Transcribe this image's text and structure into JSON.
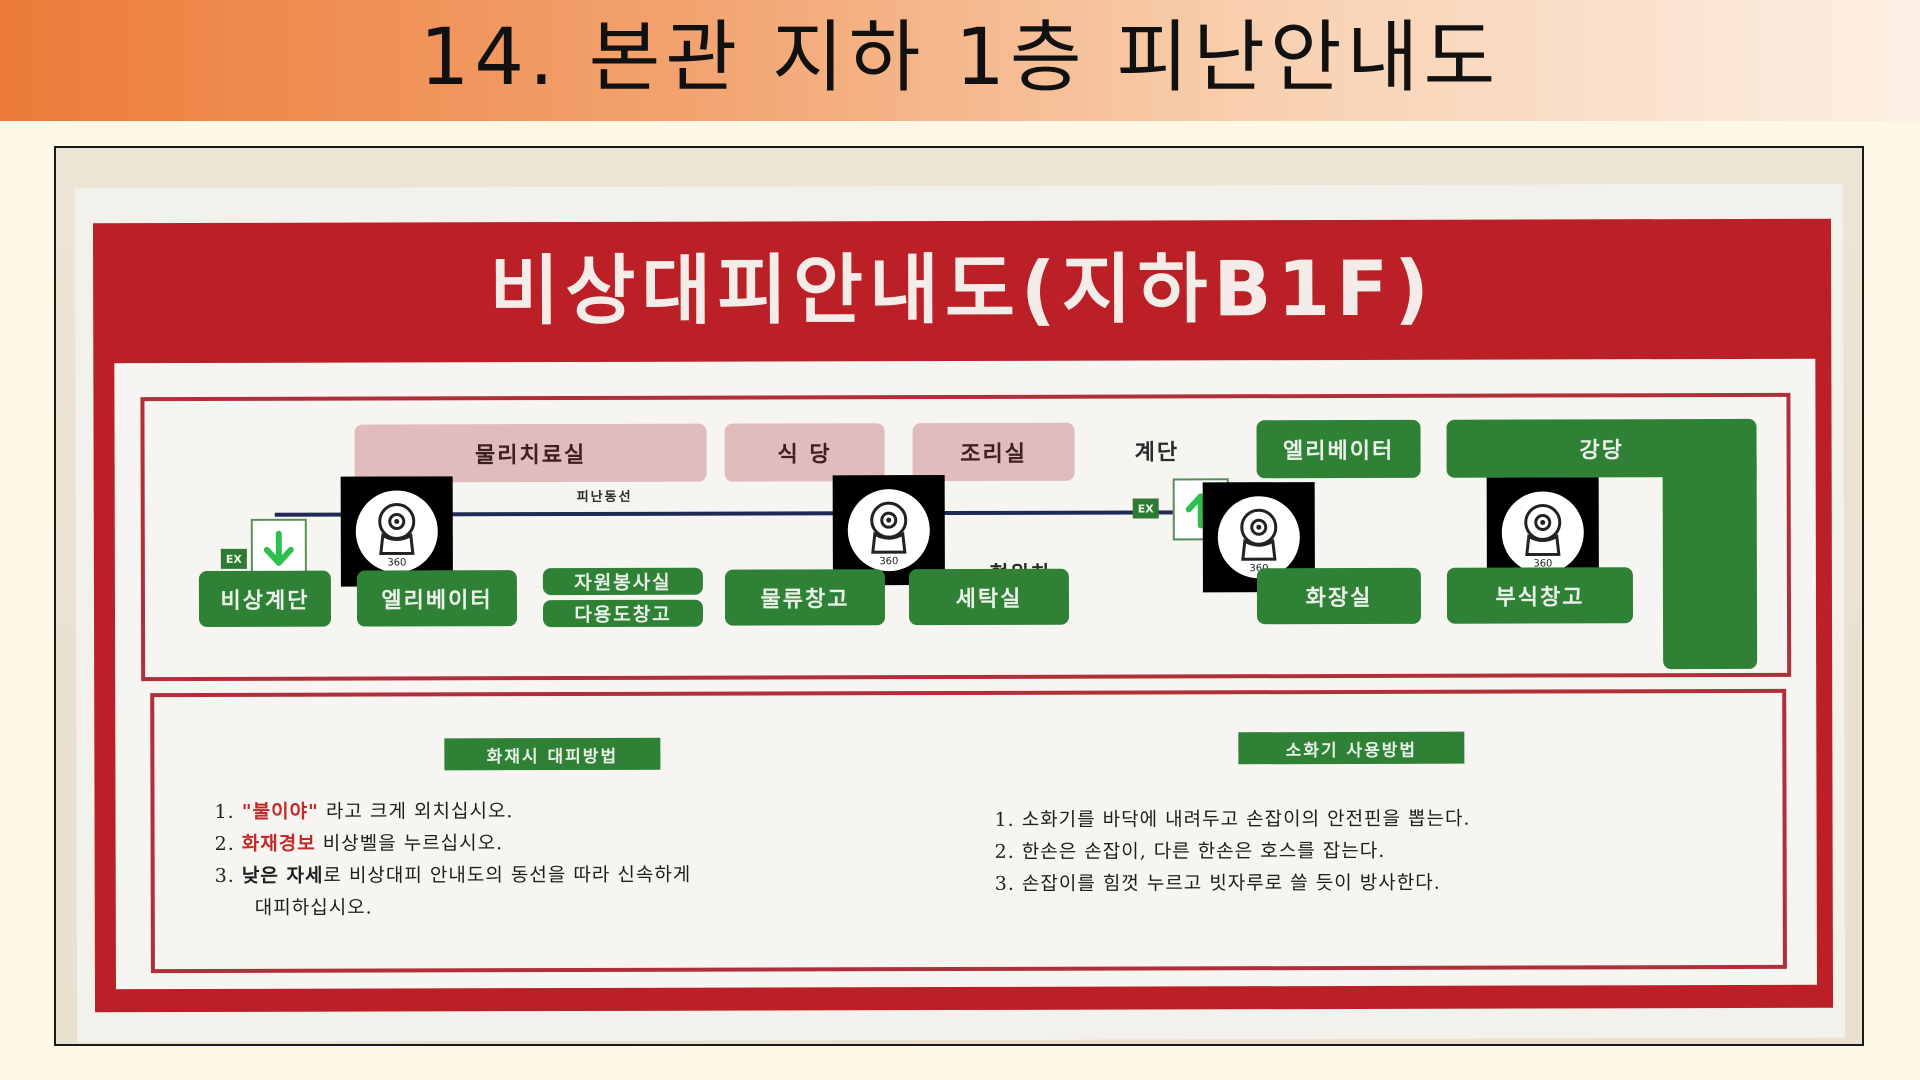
{
  "page": {
    "title": "14. 본관 지하 1층 피난안내도"
  },
  "poster": {
    "title": "비상대피안내도(지하B1F)",
    "map": {
      "top_rooms": [
        "물리치료실",
        "식 당",
        "조리실",
        "엘리베이터",
        "강당"
      ],
      "top_label_stairs": "계단",
      "route_label": "피난동선",
      "current_location": "현위치",
      "bottom_rooms": [
        "비상계단",
        "엘리베이터",
        "자원봉사실",
        "다용도창고",
        "물류창고",
        "세탁실",
        "화장실",
        "부식창고"
      ],
      "camera_icon": "camera-360-icon",
      "arrows": [
        "arrow-down-icon",
        "arrow-up-icon"
      ],
      "exit_sign_icon": "exit-sign-icon"
    },
    "fire_rules": {
      "heading": "화재시 대피방법",
      "items": [
        {
          "num": "1.",
          "hl": "\"불이야\"",
          "rest": " 라고 크게 외치십시오."
        },
        {
          "num": "2.",
          "hl": "화재경보",
          "rest": " 비상벨을 누르십시오."
        },
        {
          "num": "3.",
          "hl": "낮은 자세",
          "rest": "로 비상대피 안내도의 동선을 따라 신속하게",
          "cont": "대피하십시오."
        }
      ]
    },
    "extinguisher": {
      "heading": "소화기 사용방법",
      "items": [
        "1. 소화기를 바닥에 내려두고 손잡이의 안전핀을 뽑는다.",
        "2. 한손은 손잡이, 다른 한손은 호스를 잡는다.",
        "3. 손잡이를 힘껏 누르고 빗자루로 쓸 듯이 방사한다."
      ]
    }
  },
  "colors": {
    "poster_red": "#bb2027",
    "room_green": "#2f8135",
    "room_pink": "#e0bcbc",
    "arrow_green": "#2fbf4f"
  }
}
